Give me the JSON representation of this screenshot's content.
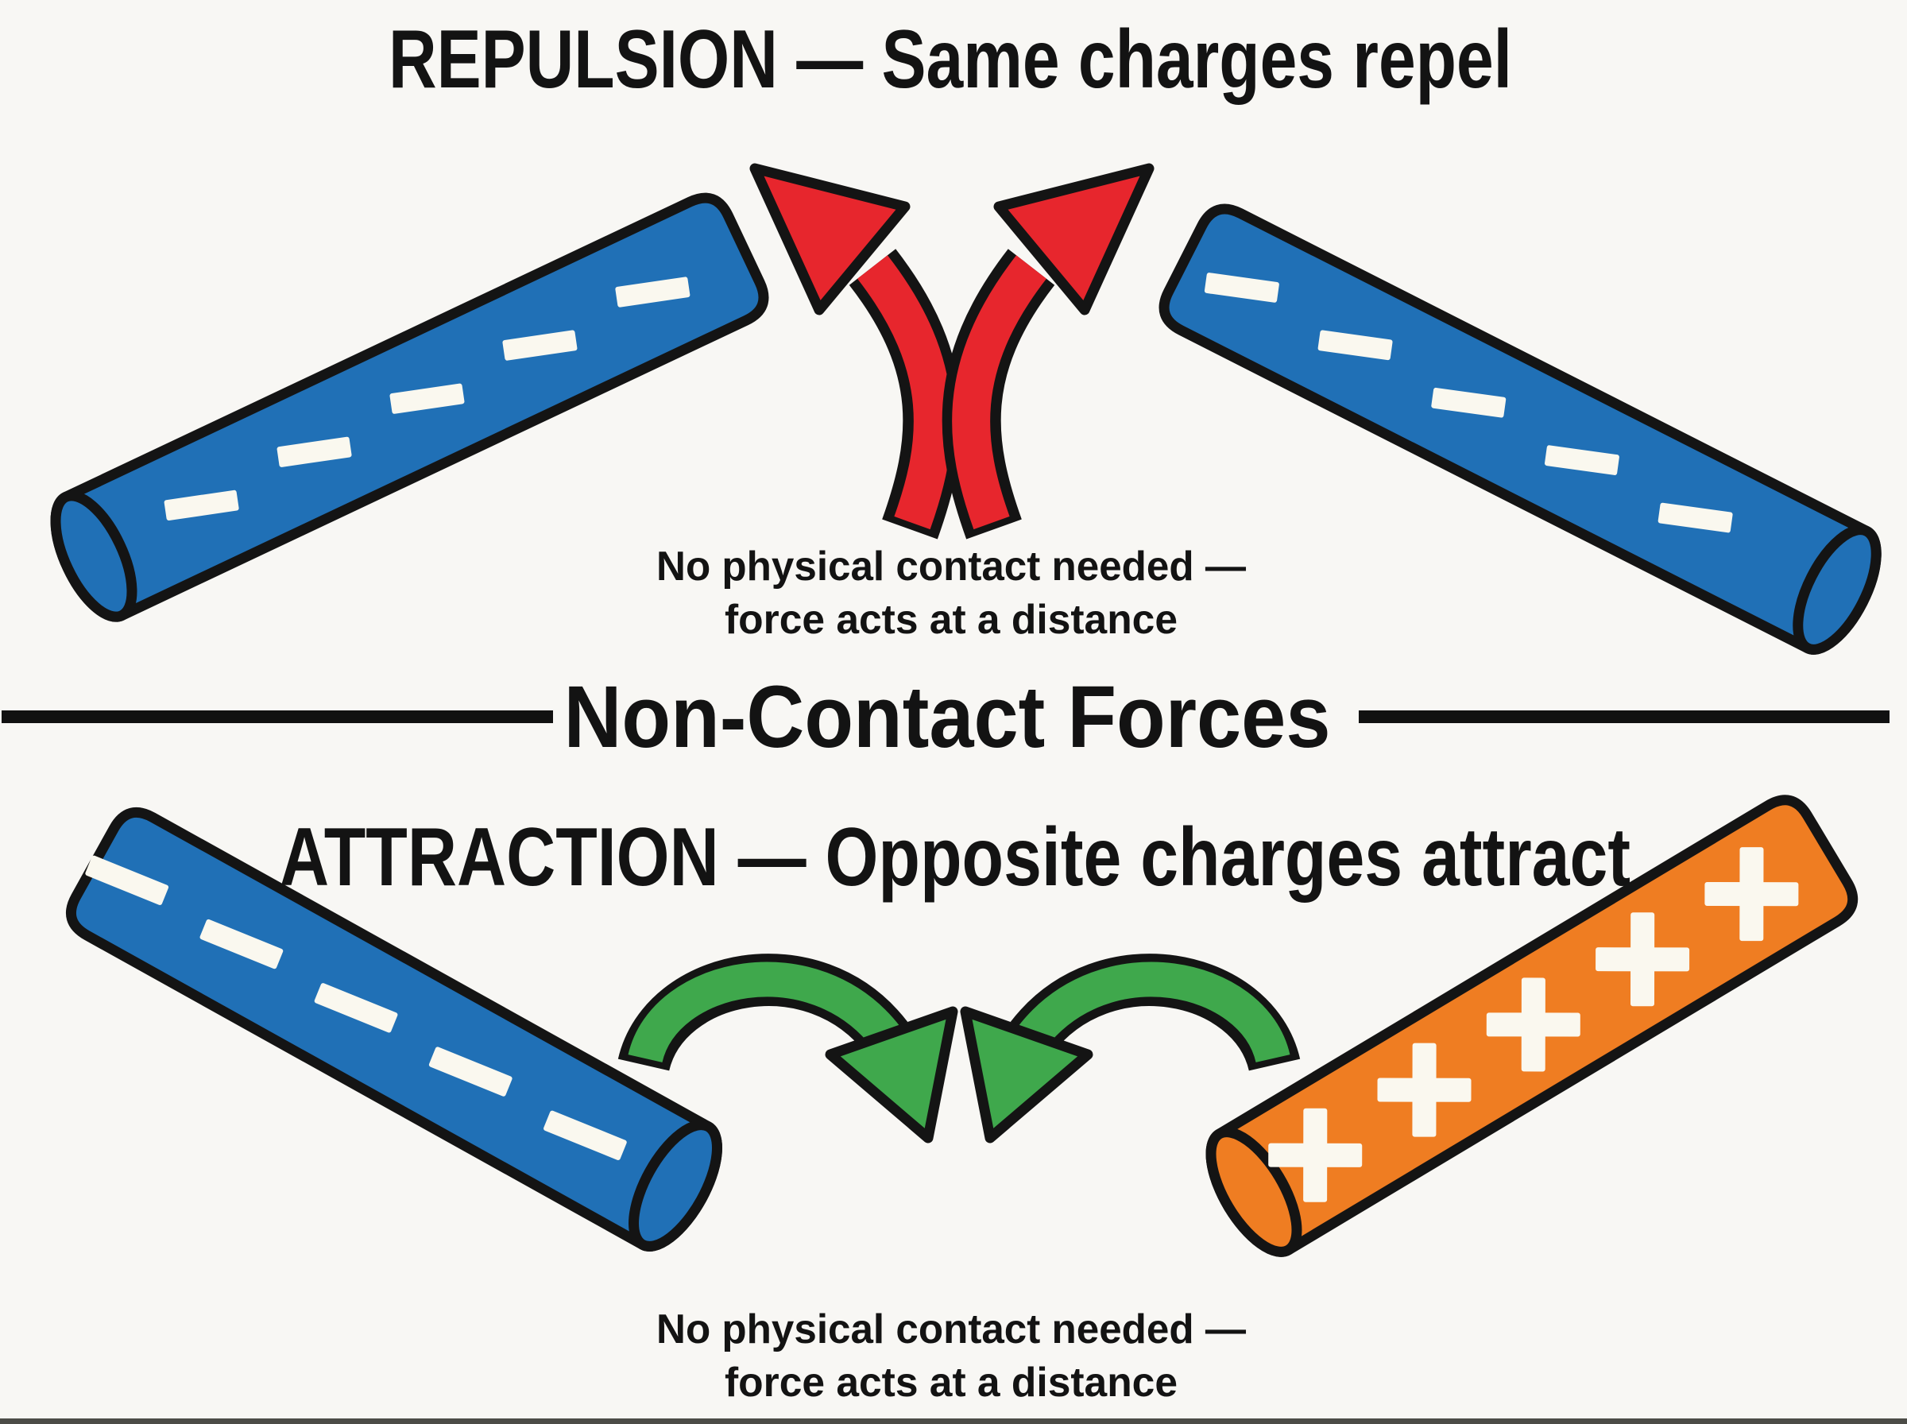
{
  "poster": {
    "topic": "Non-Contact Forces physics diagram"
  },
  "colors": {
    "background": "#f8f7f4",
    "outline": "#141414",
    "text": "#131313",
    "negative_rod": "#2070b6",
    "positive_rod": "#ef7d22",
    "repel_arrow": "#e7262d",
    "attract_arrow": "#3fa84c",
    "charge_symbol": "#faf8ef",
    "divider_line": "#111111",
    "bottom_strip": "#4c4c47"
  },
  "sections": {
    "repulsion": {
      "title": "REPULSION — Same charges repel",
      "caption_line1": "No physical contact needed —",
      "caption_line2": "force acts at a distance"
    },
    "divider": {
      "label": "Non-Contact Forces"
    },
    "attraction": {
      "title": "ATTRACTION — Opposite charges attract",
      "caption_line1": "No physical contact needed —",
      "caption_line2": "force acts at a distance"
    }
  },
  "rods": [
    {
      "id": "rod-top-left",
      "name": "negative-rod-top-left",
      "charge": "negative",
      "symbol": "−",
      "symbol_count": 5
    },
    {
      "id": "rod-top-right",
      "name": "negative-rod-top-right",
      "charge": "negative",
      "symbol": "−",
      "symbol_count": 5
    },
    {
      "id": "rod-bottom-left",
      "name": "negative-rod-bottom-left",
      "charge": "negative",
      "symbol": "−",
      "symbol_count": 5
    },
    {
      "id": "rod-bottom-right",
      "name": "positive-rod-bottom-right",
      "charge": "positive",
      "symbol": "+",
      "symbol_count": 5
    }
  ],
  "arrows": {
    "repel": {
      "color_name": "red",
      "count": 2,
      "direction": "curving up and outward"
    },
    "attract": {
      "color_name": "green",
      "count": 2,
      "direction": "arcing inward toward each other"
    }
  }
}
